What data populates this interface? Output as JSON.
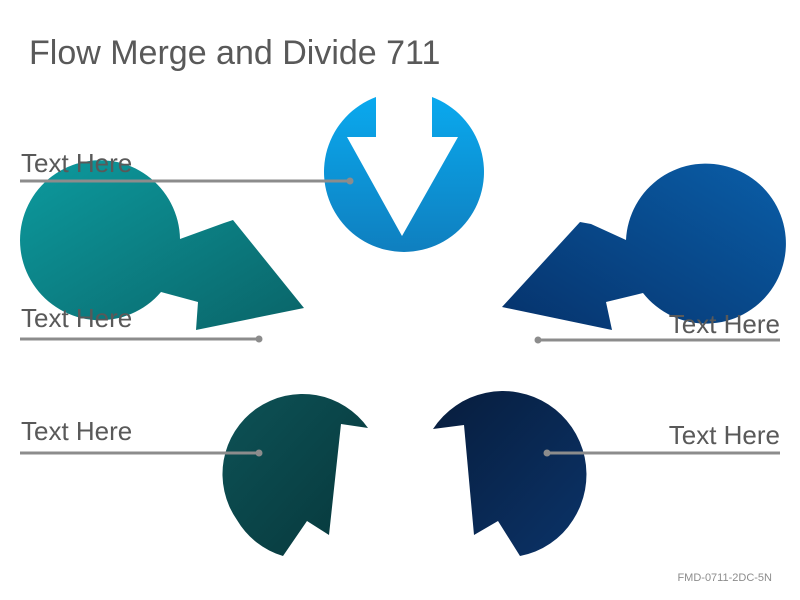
{
  "title": "Flow Merge and Divide 711",
  "footer_code": "FMD-0711-2DC-5N",
  "colors": {
    "top": [
      "#0aa9ee",
      "#0f7fbf"
    ],
    "upper_left": [
      "#0d9a9e",
      "#0a6468"
    ],
    "upper_right": [
      "#0a5ea8",
      "#06326b"
    ],
    "lower_left": [
      "#0d5256",
      "#07373b"
    ],
    "lower_right": [
      "#071d3d",
      "#0b3368"
    ],
    "connector_line": "#8c8c8c"
  },
  "callouts": [
    {
      "id": "top",
      "text": "Text Here"
    },
    {
      "id": "upper-left",
      "text": "Text Here"
    },
    {
      "id": "upper-right",
      "text": "Text Here"
    },
    {
      "id": "lower-left",
      "text": "Text Here"
    },
    {
      "id": "lower-right",
      "text": "Text Here"
    }
  ]
}
